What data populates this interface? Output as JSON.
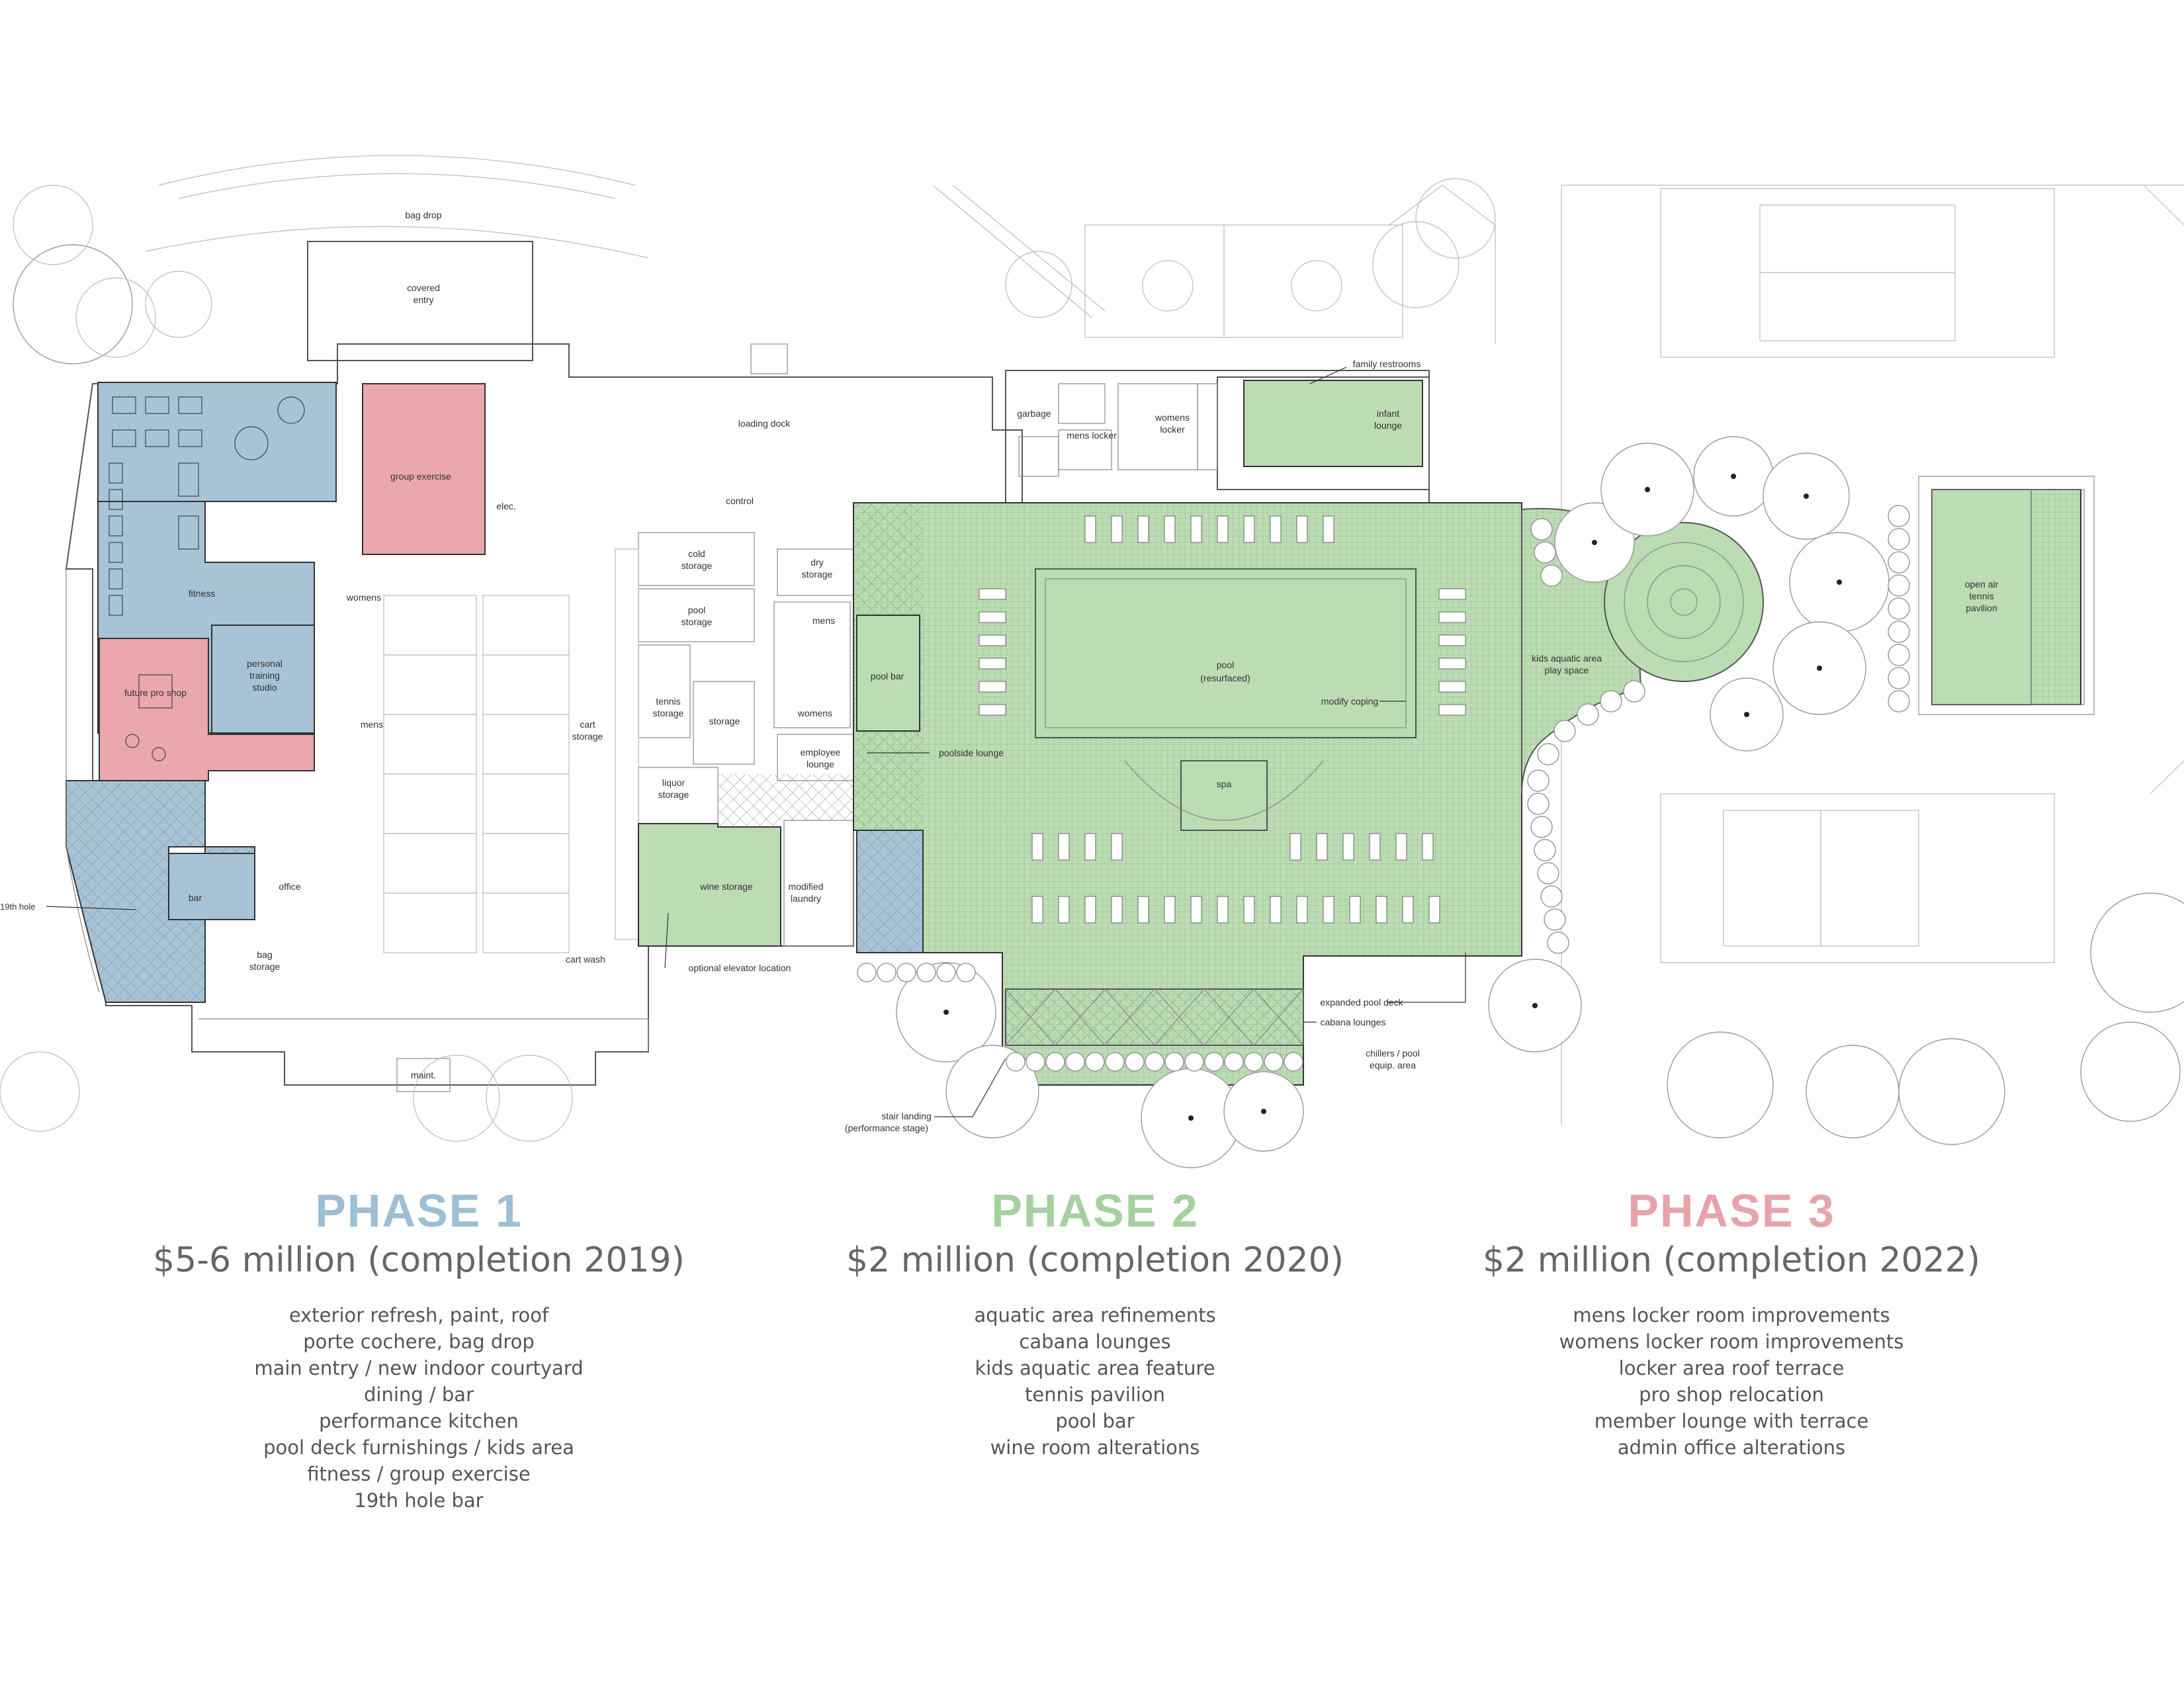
{
  "colors": {
    "phase1": "#9dbed3",
    "phase2": "#a6d0a0",
    "phase3": "#e8a3aa",
    "phase1_fill": "#a8c3d6",
    "phase2_fill": "#bcdcb4",
    "phase3_fill": "#eaa7ad"
  },
  "plan_labels": {
    "bag_drop": "bag drop",
    "covered_entry_1": "covered",
    "covered_entry_2": "entry",
    "group_exercise": "group exercise",
    "elec": "elec.",
    "fitness": "fitness",
    "womens": "womens",
    "mens": "mens",
    "personal_training_1": "personal",
    "personal_training_2": "training",
    "personal_training_3": "studio",
    "future_pro_shop": "future pro shop",
    "office": "office",
    "bar": "bar",
    "nineteenth_hole": "19th hole",
    "bag_storage_1": "bag",
    "bag_storage_2": "storage",
    "maint": "maint.",
    "loading_dock": "loading dock",
    "control": "control",
    "cold_storage_1": "cold",
    "cold_storage_2": "storage",
    "pool_storage_1": "pool",
    "pool_storage_2": "storage",
    "tennis_storage_1": "tennis",
    "tennis_storage_2": "storage",
    "storage": "storage",
    "liquor_storage_1": "liquor",
    "liquor_storage_2": "storage",
    "cart_storage_1": "cart",
    "cart_storage_2": "storage",
    "cart_wash": "cart wash",
    "dry_storage_1": "dry",
    "dry_storage_2": "storage",
    "mens_2": "mens",
    "womens_2": "womens",
    "employee_lounge_1": "employee",
    "employee_lounge_2": "lounge",
    "wine_storage": "wine storage",
    "modified_laundry_1": "modified",
    "modified_laundry_2": "laundry",
    "optional_elevator": "optional elevator location",
    "garbage": "garbage",
    "mens_locker": "mens locker",
    "womens_locker_1": "womens",
    "womens_locker_2": "locker",
    "family_restrooms": "family restrooms",
    "infant_lounge_1": "infant",
    "infant_lounge_2": "lounge",
    "pool_bar": "pool bar",
    "poolside_lounge": "poolside lounge",
    "pool_1": "pool",
    "pool_2": "(resurfaced)",
    "modify_coping": "modify coping",
    "spa": "spa",
    "kids_aquatic_1": "kids aquatic area",
    "kids_aquatic_2": "play space",
    "open_air_1": "open air",
    "open_air_2": "tennis",
    "open_air_3": "pavilion",
    "expanded_pool_deck": "expanded pool deck",
    "cabana_lounges": "cabana lounges",
    "chillers_1": "chillers / pool",
    "chillers_2": "equip. area",
    "stair_landing_1": "stair landing",
    "stair_landing_2": "(performance stage)"
  },
  "phases": [
    {
      "title": "PHASE 1",
      "cost": "$5-6 million (completion 2019)",
      "items": [
        "exterior refresh, paint, roof",
        "porte cochere, bag drop",
        "main entry / new indoor courtyard",
        "dining / bar",
        "performance kitchen",
        "pool deck furnishings / kids area",
        "fitness / group exercise",
        "19th hole bar"
      ]
    },
    {
      "title": "PHASE 2",
      "cost": "$2 million (completion 2020)",
      "items": [
        "aquatic area refinements",
        "cabana lounges",
        "kids aquatic area feature",
        "tennis pavilion",
        "pool bar",
        "wine room alterations"
      ]
    },
    {
      "title": "PHASE 3",
      "cost": "$2 million (completion 2022)",
      "items": [
        "mens locker room improvements",
        "womens locker room improvements",
        "locker area roof terrace",
        "pro shop relocation",
        "member lounge with terrace",
        "admin office alterations"
      ]
    }
  ]
}
